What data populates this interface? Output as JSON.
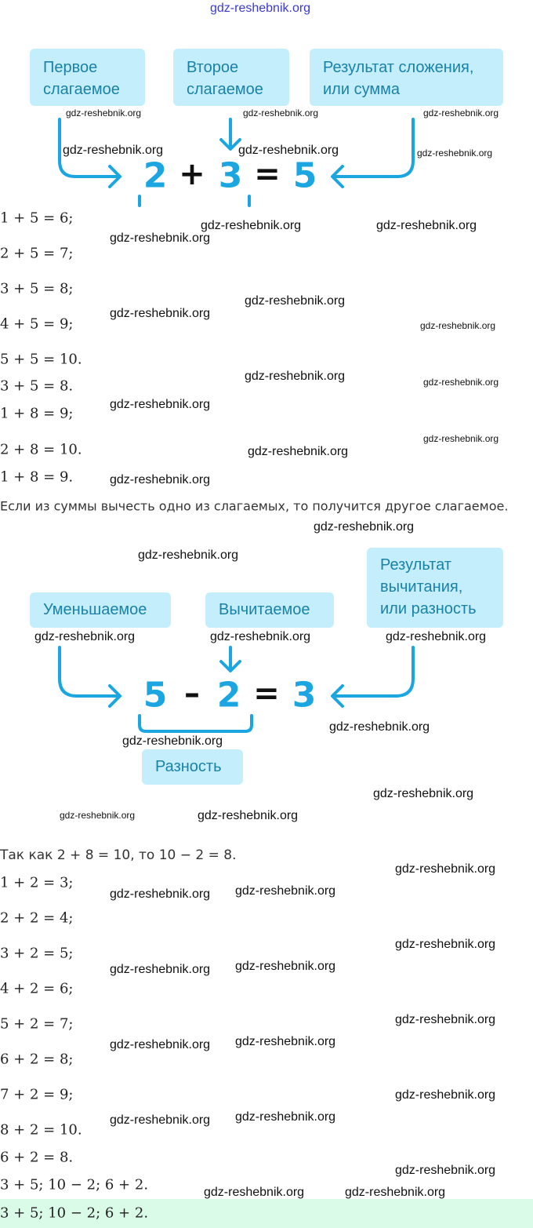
{
  "header_watermark": "gdz-reshebnik.org",
  "diagram1": {
    "boxes": [
      "Первое слагаемое",
      "Второе слагаемое",
      "Результат сложения, или сумма"
    ],
    "equation": {
      "a": "2",
      "op": "+",
      "b": "3",
      "eq": "=",
      "result": "5"
    }
  },
  "lines1": [
    "1 + 5 = 6;",
    "2 + 5 = 7;",
    "3 + 5 = 8;",
    "4 + 5 = 9;",
    "5 + 5 = 10.",
    "3 + 5 = 8.",
    "1 + 8 = 9;",
    "2 + 8 = 10.",
    "1 + 8 = 9."
  ],
  "rule": "Если из суммы вычесть одно из слагаемых, то получится другое слагаемое.",
  "diagram2": {
    "boxes": [
      "Уменьшаемое",
      "Вычитаемое",
      "Результат вычитания, или разность",
      "Разность"
    ],
    "equation": {
      "a": "5",
      "op": "–",
      "b": "2",
      "eq": "=",
      "result": "3"
    }
  },
  "since_line": "Так как 2 + 8 = 10, то 10 − 2 = 8.",
  "lines2": [
    "1 + 2 = 3;",
    "2 + 2 = 4;",
    "3 + 2 = 5;",
    "4 + 2 = 6;",
    "5 + 2 = 7;",
    "6 + 2 = 8;",
    "7 + 2 = 9;",
    "8 + 2 = 10.",
    "6 + 2 = 8.",
    "3 + 5; 10 − 2; 6 + 2."
  ],
  "answer": "3 + 5; 10 − 2; 6 + 2.",
  "watermark": "gdz-reshebnik.org",
  "colors": {
    "box": "#c4eefb",
    "box_text": "#1a82a8",
    "accent": "#1ba6e2",
    "answer_bg": "#d9fbe8"
  }
}
